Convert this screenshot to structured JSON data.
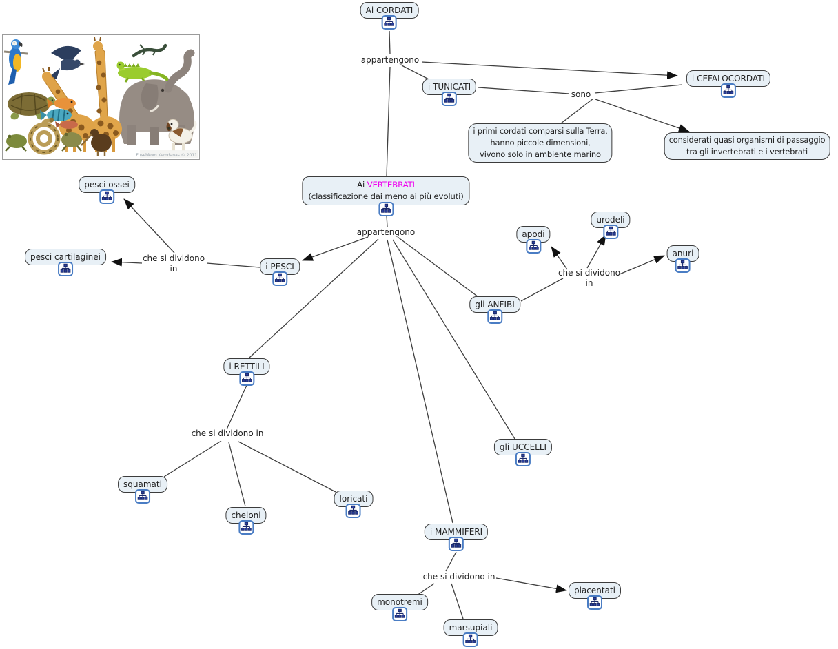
{
  "colors": {
    "node_fill": "#e8f0f6",
    "node_border": "#3c3c3c",
    "line": "#3f3f3f",
    "icon_border": "#4a7dc4",
    "vertebrati_highlight": "#ee00ee"
  },
  "collage": {
    "credit": "Fusebkom Kemdanas © 2011"
  },
  "nodes": {
    "cordati": {
      "label": "Ai CORDATI"
    },
    "tunicati": {
      "label": "i TUNICATI"
    },
    "cefalocordati": {
      "label": "i CEFALOCORDATI"
    },
    "primi_cordati": {
      "line1": "i primi cordati comparsi sulla Terra,",
      "line2": "hanno piccole dimensioni,",
      "line3": "vivono solo in ambiente marino"
    },
    "considerati": {
      "line1": "considerati quasi organismi di passaggio",
      "line2": "tra gli invertebrati e i vertebrati"
    },
    "vertebrati": {
      "prefix": "Ai ",
      "highlight": "VERTEBRATI",
      "line2": "(classificazione dai meno ai più evoluti)"
    },
    "pesci": {
      "label": "i PESCI"
    },
    "pesci_ossei": {
      "label": "pesci ossei"
    },
    "pesci_cartilaginei": {
      "label": "pesci cartilaginei"
    },
    "anfibi": {
      "label": "gli ANFIBI"
    },
    "apodi": {
      "label": "apodi"
    },
    "urodeli": {
      "label": "urodeli"
    },
    "anuri": {
      "label": "anuri"
    },
    "rettili": {
      "label": "i RETTILI"
    },
    "squamati": {
      "label": "squamati"
    },
    "cheloni": {
      "label": "cheloni"
    },
    "loricati": {
      "label": "loricati"
    },
    "uccelli": {
      "label": "gli UCCELLI"
    },
    "mammiferi": {
      "label": "i MAMMIFERI"
    },
    "monotremi": {
      "label": "monotremi"
    },
    "marsupiali": {
      "label": "marsupiali"
    },
    "placentati": {
      "label": "placentati"
    }
  },
  "edge_labels": {
    "appartengono_top": "appartengono",
    "sono": "sono",
    "appartengono_bottom": "appartengono",
    "dividono_pesci": {
      "line1": "che si dividono",
      "line2": "in"
    },
    "dividono_anfibi": {
      "line1": "che si dividono",
      "line2": "in"
    },
    "dividono_rettili": {
      "line1": "che si dividono in"
    },
    "dividono_mammiferi": {
      "line1": "che si dividono in"
    }
  }
}
